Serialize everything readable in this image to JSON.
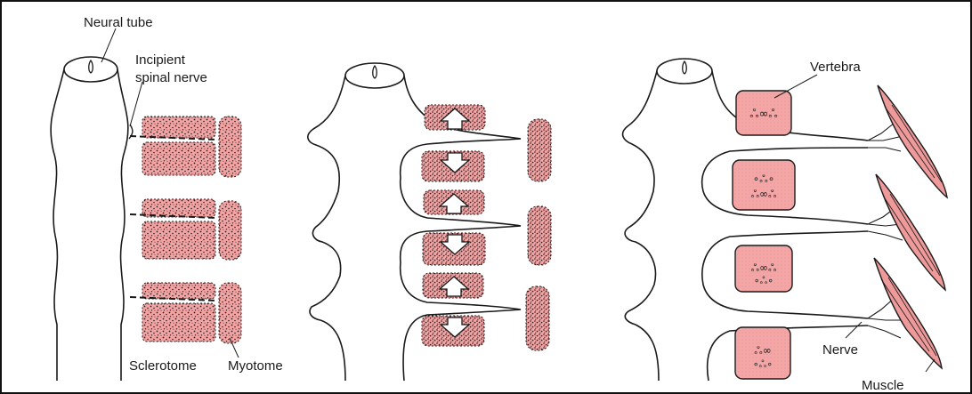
{
  "colors": {
    "outline": "#1a1a1a",
    "tissue_fill": "#f2a4a4",
    "bone_fill": "#f4a6a6",
    "muscle_fill": "#ef9a9a",
    "stipple": "#2a1a1a",
    "frame": "#111111",
    "background": "#ffffff"
  },
  "icons": {
    "arrow_up": "hollow-arrow-up-icon",
    "arrow_down": "hollow-arrow-down-icon"
  },
  "labels": {
    "neural_tube": "Neural tube",
    "incipient_line1": "Incipient",
    "incipient_line2": "spinal nerve",
    "sclerotome": "Sclerotome",
    "myotome": "Myotome",
    "vertebra": "Vertebra",
    "nerve": "Nerve",
    "muscle": "Muscle"
  }
}
